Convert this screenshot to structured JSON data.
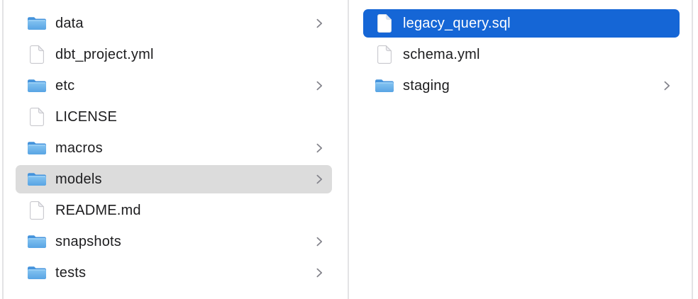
{
  "app": "finder-column-view",
  "columns": [
    {
      "name": "project-root-column",
      "items": [
        {
          "label": "data",
          "type": "folder",
          "chevron": true,
          "selected": "none"
        },
        {
          "label": "dbt_project.yml",
          "type": "file",
          "chevron": false,
          "selected": "none"
        },
        {
          "label": "etc",
          "type": "folder",
          "chevron": true,
          "selected": "none"
        },
        {
          "label": "LICENSE",
          "type": "file",
          "chevron": false,
          "selected": "none"
        },
        {
          "label": "macros",
          "type": "folder",
          "chevron": true,
          "selected": "none"
        },
        {
          "label": "models",
          "type": "folder",
          "chevron": true,
          "selected": "secondary"
        },
        {
          "label": "README.md",
          "type": "file",
          "chevron": false,
          "selected": "none"
        },
        {
          "label": "snapshots",
          "type": "folder",
          "chevron": true,
          "selected": "none"
        },
        {
          "label": "tests",
          "type": "folder",
          "chevron": true,
          "selected": "none"
        }
      ]
    },
    {
      "name": "models-column",
      "items": [
        {
          "label": "legacy_query.sql",
          "type": "file",
          "chevron": false,
          "selected": "primary"
        },
        {
          "label": "schema.yml",
          "type": "file",
          "chevron": false,
          "selected": "none"
        },
        {
          "label": "staging",
          "type": "folder",
          "chevron": true,
          "selected": "none"
        }
      ]
    }
  ],
  "colors": {
    "selection_primary": "#1566d6",
    "selection_secondary": "#dcdcdc",
    "text": "#1d1d1f",
    "text_selected": "#ffffff",
    "divider": "#e3e3e5",
    "chevron": "#82828a",
    "folder_blue": "#58a4e4",
    "background": "#ffffff"
  }
}
